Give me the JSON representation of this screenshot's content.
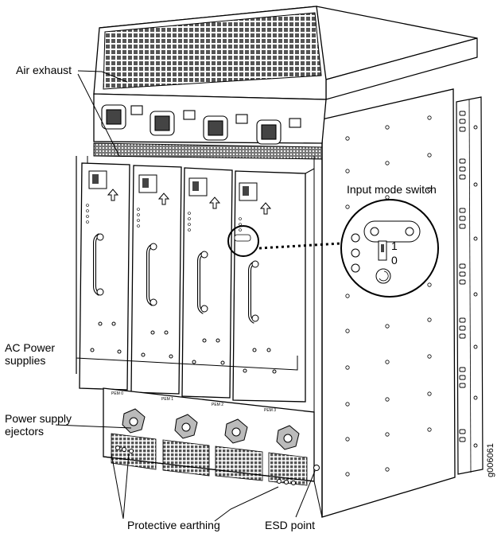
{
  "labels": {
    "air_exhaust": "Air exhaust",
    "input_mode_switch": "Input mode switch",
    "ac_power_line1": "AC Power",
    "ac_power_line2": "supplies",
    "ejectors_line1": "Power supply",
    "ejectors_line2": "ejectors",
    "protective_earthing": "Protective earthing",
    "esd_point": "ESD point"
  },
  "switch_positions": {
    "on": "1",
    "off": "0"
  },
  "pem_labels": [
    "PEM 0",
    "PEM 1",
    "PEM 2",
    "PEM 3"
  ],
  "figure_code": "g006061"
}
